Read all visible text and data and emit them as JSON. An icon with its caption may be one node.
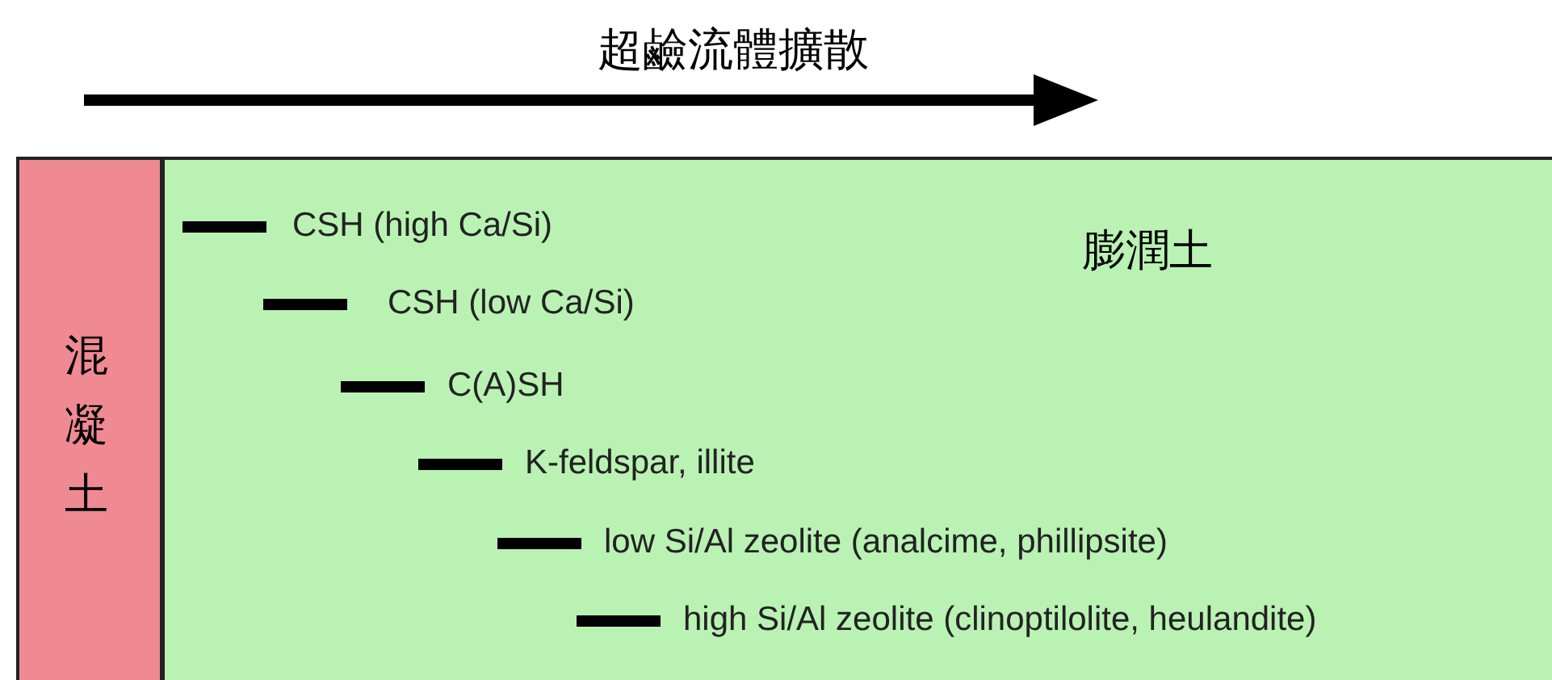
{
  "diagram": {
    "title": "超鹼流體擴散",
    "nodes": [
      {
        "text": [
          "混凝土"
        ]
      },
      {
        "text": [
          "膨潤土"
        ]
      }
    ],
    "labels": [
      "CSH (high Ca/Si)",
      "CSH (low Ca/Si)",
      "C(A)SH",
      "K-feldspar, illite",
      "low Si/Al zeolite (analcime, phillipsite)",
      "high Si/Al zeolite (clinoptilolite, heulandite)"
    ]
  }
}
